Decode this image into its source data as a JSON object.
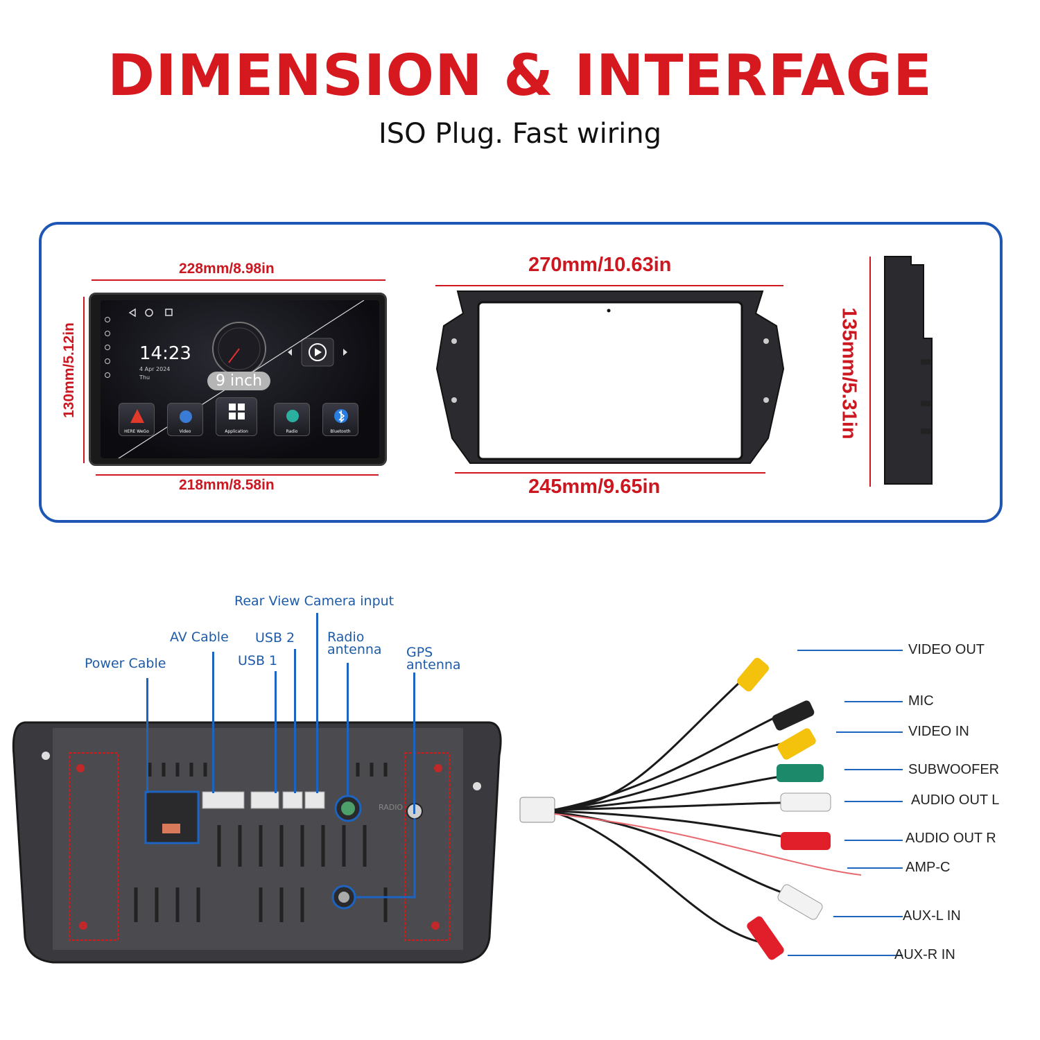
{
  "header": {
    "title": "DIMENSION & INTERFAGE",
    "subtitle": "ISO Plug. Fast wiring"
  },
  "dimensions": {
    "unit_top_width": "228mm/8.98in",
    "unit_bottom_width": "218mm/8.58in",
    "unit_height": "130mm/5.12in",
    "frame_top_width": "270mm/10.63in",
    "frame_bottom_width": "245mm/9.65in",
    "frame_height": "135mm/5.31in"
  },
  "screen": {
    "time": "14:23",
    "date": "4 Apr 2024",
    "day": "Thu",
    "size_badge": "9 inch",
    "apps": [
      "HERE WeGo",
      "Video",
      "Application",
      "Radio",
      "Bluetooth"
    ]
  },
  "back_panel": {
    "ports": {
      "power_cable": "Power Cable",
      "av_cable": "AV Cable",
      "usb1": "USB 1",
      "usb2": "USB 2",
      "rear_camera": "Rear View Camera input",
      "radio_antenna": "Radio antenna",
      "gps_antenna": "GPS antenna"
    },
    "silkscreen_radio": "RADIO"
  },
  "harness": {
    "labels": [
      "VIDEO OUT",
      "MIC",
      "VIDEO IN",
      "SUBWOOFER",
      "AUDIO OUT L",
      "AUDIO OUT R",
      "AMP-C",
      "AUX-L IN",
      "AUX-R IN"
    ]
  },
  "colors": {
    "title_red": "#d6181f",
    "dimension_red": "#cc1720",
    "panel_blue": "#1d56b4",
    "label_blue": "#1d5ba8"
  }
}
